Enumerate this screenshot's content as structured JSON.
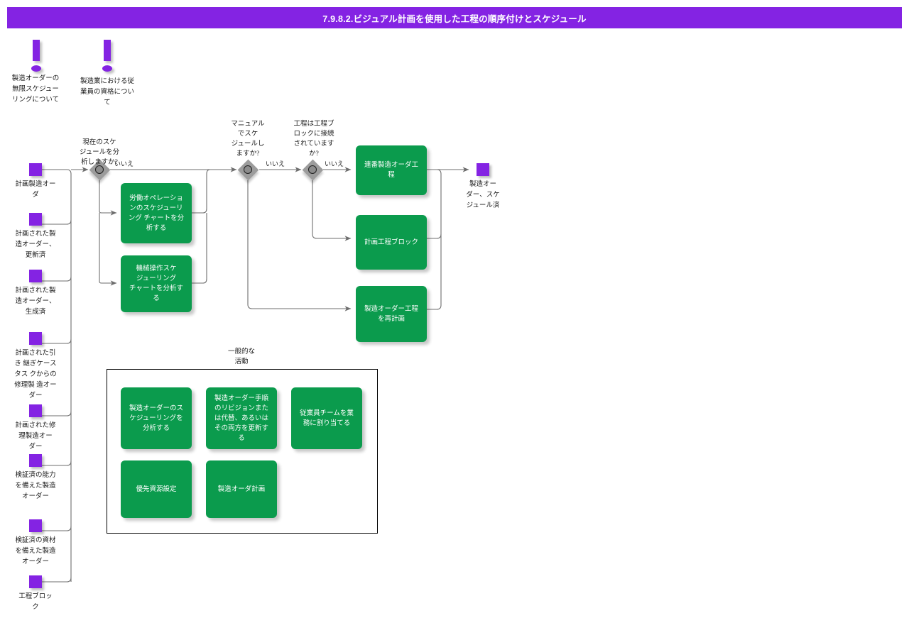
{
  "header": {
    "title": "7.9.8.2.ビジュアル計画を使用した工程の順序付けとスケジュール",
    "bg_color": "#8423e3"
  },
  "colors": {
    "purple": "#8423e3",
    "green": "#0b9b4d",
    "diamond_gray": "#9c9c9c",
    "line": "#6e6e6e"
  },
  "notes": [
    {
      "name": "note-infinite-scheduling",
      "label": "製造オーダーの\n無限スケジュー\nリングについて"
    },
    {
      "name": "note-employee-qualification",
      "label": "製造業における従\n業員の資格につい\nて"
    }
  ],
  "inputs": [
    {
      "name": "input-planned-manufacturing-order",
      "label": "計画製造オー\nダ"
    },
    {
      "name": "input-planned-order-updated",
      "label": "計画された製\n造オーダー、\n更新済"
    },
    {
      "name": "input-planned-order-generated",
      "label": "計画された製\n造オーダー、\n生成済"
    },
    {
      "name": "input-planned-repair-from-case-task",
      "label": "計画された引\nき 継ぎケース\nタス クからの\n修理製 造オー\nダー"
    },
    {
      "name": "input-planned-repair-order",
      "label": "計画された修\n理製造オー\nダー"
    },
    {
      "name": "input-verified-capacity-order",
      "label": "検証済の能力\nを備えた製造\nオーダー"
    },
    {
      "name": "input-verified-material-order",
      "label": "検証済の資材\nを備えた製造\nオーダー"
    },
    {
      "name": "input-process-block",
      "label": "工程ブロッ\nク"
    }
  ],
  "output": {
    "name": "output-scheduled-order",
    "label": "製造オー\nダー、スケ\nジュール済"
  },
  "decisions": [
    {
      "name": "decision-analyze-current-schedule",
      "label": "現在のスケ\nジュールを分\n析しますか?",
      "edge_label": "いいえ"
    },
    {
      "name": "decision-manual-schedule",
      "label": "マニュアル\nでスケ\nジュールし\nますか?",
      "edge_label": "いいえ"
    },
    {
      "name": "decision-process-connected-to-block",
      "label": "工程は工程ブ\nロックに接続\nされています\nか?",
      "edge_label": "いいえ"
    }
  ],
  "processes": [
    {
      "name": "process-analyze-labor-operation-chart",
      "label": "労働オペレーショ\nンのスケジューリ\nング チャートを分\n析する"
    },
    {
      "name": "process-analyze-machine-operation-chart",
      "label": "機械操作スケ\nジューリング\nチャートを分析す\nる"
    },
    {
      "name": "process-sequence-manufacturing-order-process",
      "label": "連番製造オーダ工\n程"
    },
    {
      "name": "process-plan-process-block",
      "label": "計画工程ブロック"
    },
    {
      "name": "process-replan-manufacturing-order-process",
      "label": "製造オーダー工程\nを再計画"
    }
  ],
  "group": {
    "name": "group-general-activities",
    "title": "一般的な\n活動",
    "activities": [
      {
        "name": "activity-analyze-order-scheduling",
        "label": "製造オーダーのス\nケジューリングを\n分析する"
      },
      {
        "name": "activity-update-order-routing-revision",
        "label": "製造オーダー手順\nのリビジョンまた\nは代替、あるいは\nその両方を更新す\nる"
      },
      {
        "name": "activity-assign-employee-team",
        "label": "従業員チームを業\n務に割り当てる"
      },
      {
        "name": "activity-set-preferred-resource",
        "label": "優先資源設定"
      },
      {
        "name": "activity-plan-manufacturing-order",
        "label": "製造オーダ計画"
      }
    ]
  }
}
